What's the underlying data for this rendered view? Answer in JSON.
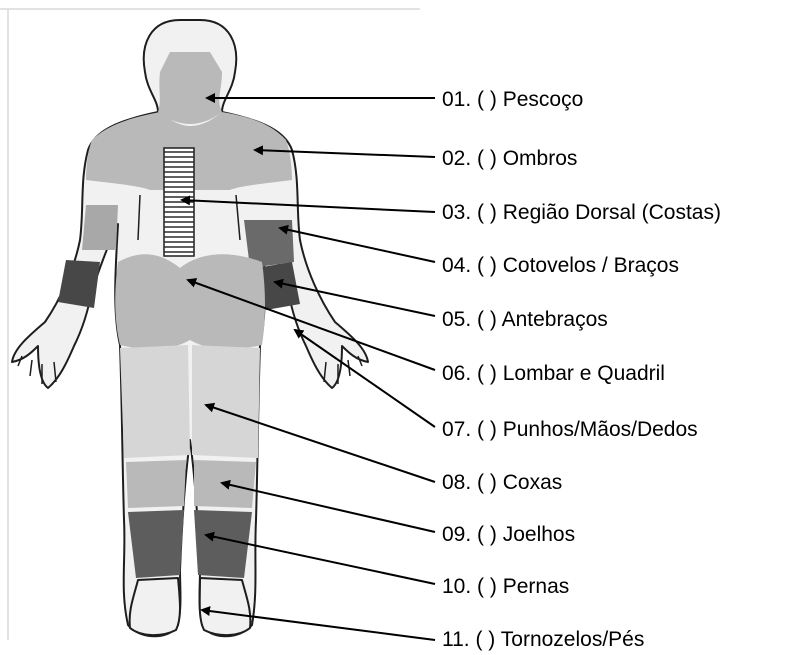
{
  "labels": [
    {
      "number": "01.",
      "box": "(  )",
      "text": "Pescoço"
    },
    {
      "number": "02.",
      "box": "(  )",
      "text": "Ombros"
    },
    {
      "number": "03.",
      "box": "(  )",
      "text": "Região Dorsal (Costas)"
    },
    {
      "number": "04.",
      "box": "(  )",
      "text": "Cotovelos / Braços"
    },
    {
      "number": "05.",
      "box": "(  )",
      "text": "Antebraços"
    },
    {
      "number": "06.",
      "box": "(  )",
      "text": "Lombar e Quadril"
    },
    {
      "number": "07.",
      "box": "(  )",
      "text": "Punhos/Mãos/Dedos"
    },
    {
      "number": "08.",
      "box": "(  )",
      "text": "Coxas"
    },
    {
      "number": "09.",
      "box": "(  )",
      "text": "Joelhos"
    },
    {
      "number": "10.",
      "box": "(  )",
      "text": "Pernas"
    },
    {
      "number": "11.",
      "box": "(  )",
      "text": "Tornozelos/Pés"
    }
  ],
  "colors": {
    "skin_light": "#f1f1f1",
    "region_mid": "#b9b9b9",
    "region_light": "#d6d6d6",
    "region_dark": "#5d5d5d",
    "region_darker": "#474747",
    "outline": "#1e1e1e",
    "arrow": "#000000"
  },
  "icons": {
    "figure": "human-body-back-view",
    "arrow": "arrow-pointer"
  }
}
